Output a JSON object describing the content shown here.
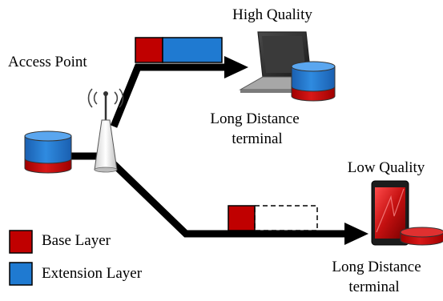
{
  "labels": {
    "high_quality": "High Quality",
    "access_point": "Access Point",
    "long_distance_top_1": "Long Distance",
    "long_distance_top_2": "terminal",
    "low_quality": "Low Quality",
    "long_distance_bottom_1": "Long Distance",
    "long_distance_bottom_2": "terminal"
  },
  "legend": {
    "base_layer": "Base Layer",
    "extension_layer": "Extension Layer"
  },
  "colors": {
    "base_layer": "#c00000",
    "extension_layer": "#1f7ad1",
    "link": "#000000"
  },
  "icons": {
    "access_point": "antenna-tower-icon",
    "source": "database-cylinder-icon",
    "laptop": "laptop-icon",
    "phone": "smartphone-icon"
  }
}
